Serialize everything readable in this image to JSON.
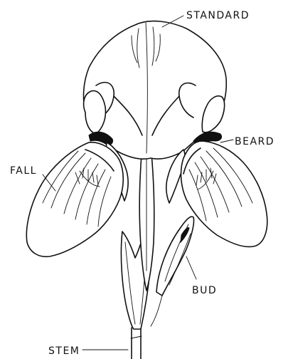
{
  "labels": {
    "standard": "STANDARD",
    "beard": "BEARD",
    "fall": "FALL",
    "bud": "BUD",
    "stem": "STEM"
  },
  "colors": {
    "ink": "#111111",
    "paper": "#ffffff"
  }
}
